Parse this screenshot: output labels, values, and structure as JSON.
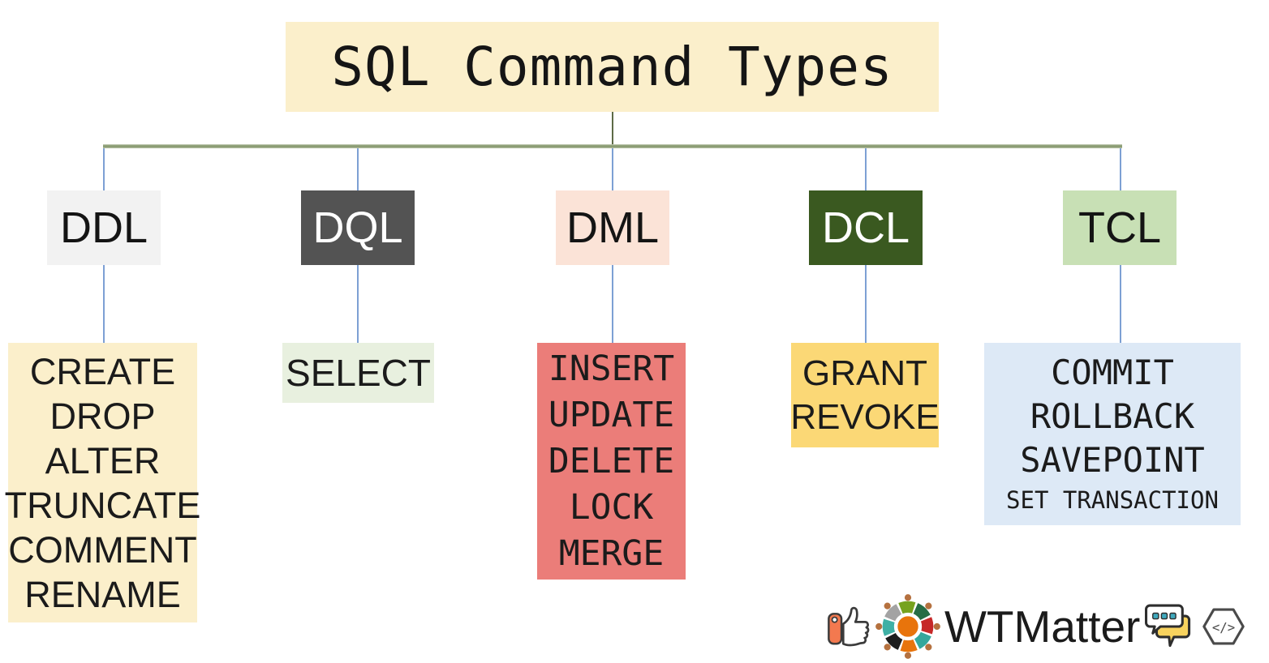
{
  "title": "SQL Command Types",
  "categories": [
    {
      "id": "ddl",
      "label": "DDL"
    },
    {
      "id": "dql",
      "label": "DQL"
    },
    {
      "id": "dml",
      "label": "DML"
    },
    {
      "id": "dcl",
      "label": "DCL"
    },
    {
      "id": "tcl",
      "label": "TCL"
    }
  ],
  "commands": {
    "ddl": [
      "CREATE",
      "DROP",
      "ALTER",
      "TRUNCATE",
      "COMMENT",
      "RENAME"
    ],
    "dql": [
      "SELECT"
    ],
    "dml": [
      "INSERT",
      "UPDATE",
      "DELETE",
      "LOCK",
      "MERGE"
    ],
    "dcl": [
      "GRANT",
      "REVOKE"
    ],
    "tcl": [
      "COMMIT",
      "ROLLBACK",
      "SAVEPOINT",
      "SET TRANSACTION"
    ]
  },
  "brand": {
    "name": "WTMatter",
    "icons": [
      "thumbs-up-icon",
      "community-wheel-icon",
      "chat-bubbles-icon",
      "code-hexagon-icon"
    ]
  },
  "colors": {
    "title_bg": "#FBEFCB",
    "ddl_bg": "#F2F2F2",
    "dql_bg": "#535353",
    "dml_bg": "#FBE3D7",
    "dcl_bg": "#3A5920",
    "tcl_bg": "#C8E0B5",
    "ddl_leaf_bg": "#FBEFCB",
    "dql_leaf_bg": "#E8F0DF",
    "dml_leaf_bg": "#EB7D79",
    "dcl_leaf_bg": "#FBD876",
    "tcl_leaf_bg": "#DDE9F6",
    "connector_green": "#8A9C72",
    "connector_blue": "#7DA0D4"
  }
}
